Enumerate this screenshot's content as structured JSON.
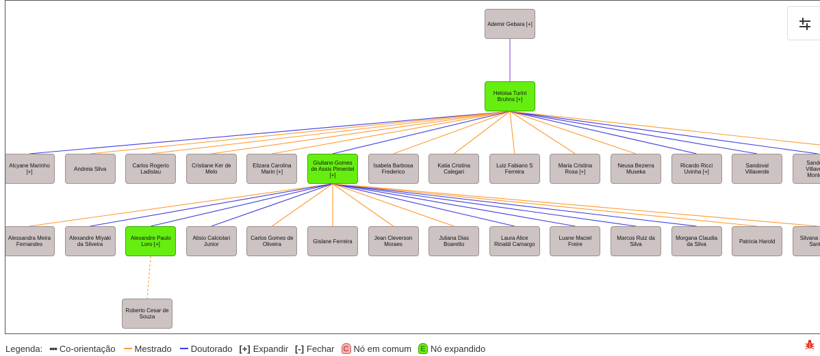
{
  "colors": {
    "mestrado": "#ff9a2e",
    "doutorado": "#3b3bdd",
    "coorientacao": "#ff9a2e",
    "root_edge": "#8a4fd0",
    "node_fill": "#cdc3c3",
    "expanded_fill": "#66ee11"
  },
  "tree": {
    "root": "Ademir Gebara [+]",
    "level1": "Heloisa Turini Bruhns [+]",
    "level2": [
      "Alcyane Marinho [+]",
      "Andreia Silva",
      "Carlos Rogerio Ladislau",
      "Cristiane Ker de Melo",
      "Elizara Carolina Marin [+]",
      "Giuliano Gomes de Assis Pimentel [+]",
      "Isabela Barbosa Frederico",
      "Katia Cristina Calegari",
      "Luiz Fabiano S Ferreira",
      "Maria Cristina Rosa [+]",
      "Neusa Bezerra Museka",
      "Ricardo Ricci Uvinha [+]",
      "Sandoval Villaverde",
      "Sandoval Villaverde Monteiro"
    ],
    "level3": [
      "Alessandra Meira Fernandes",
      "Alexandre Miyaki da Silveira",
      "Alexandre Paulo Loro [+]",
      "Atisio Calciolari Junior",
      "Carlos Gomes de Oliveira",
      "Gislane Ferreira",
      "Jean Cleverson Moraes",
      "Juliana Dias Boaretto",
      "Laura Alice Rinaldi Camargo",
      "Luane Maciel Freire",
      "Marcos Ruiz da Silva",
      "Morgana Claudia da Silva",
      "Patricia Harold",
      "Silvana Darido Santos"
    ],
    "level4": [
      "Roberto Cesar de Souza"
    ]
  },
  "legend": {
    "label": "Legenda:",
    "coorientacao": "Co-orientação",
    "mestrado": "Mestrado",
    "doutorado": "Doutorado",
    "expandir_symbol": "[+]",
    "expandir": "Expandir",
    "fechar_symbol": "[-]",
    "fechar": "Fechar",
    "comum_letter": "C",
    "comum": "Nó em comum",
    "expandido_letter": "E",
    "expandido": "Nó expandido"
  }
}
